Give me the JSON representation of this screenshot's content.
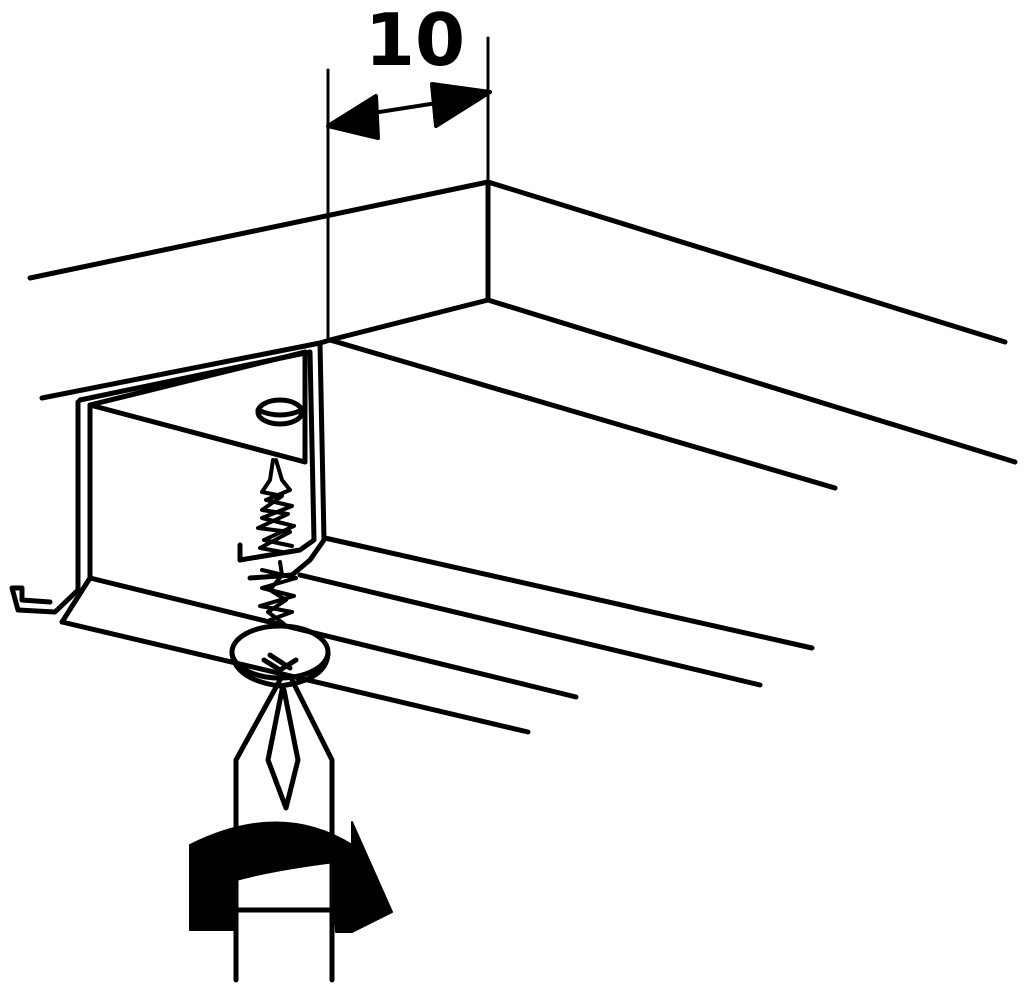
{
  "dimension": {
    "value": "10"
  },
  "colors": {
    "stroke": "#000000",
    "background": "#ffffff"
  },
  "illustration": {
    "parts": [
      "ceiling-slab",
      "curtain-rail-profile",
      "screw",
      "dowel",
      "screwdriver",
      "rotation-arrow"
    ]
  }
}
